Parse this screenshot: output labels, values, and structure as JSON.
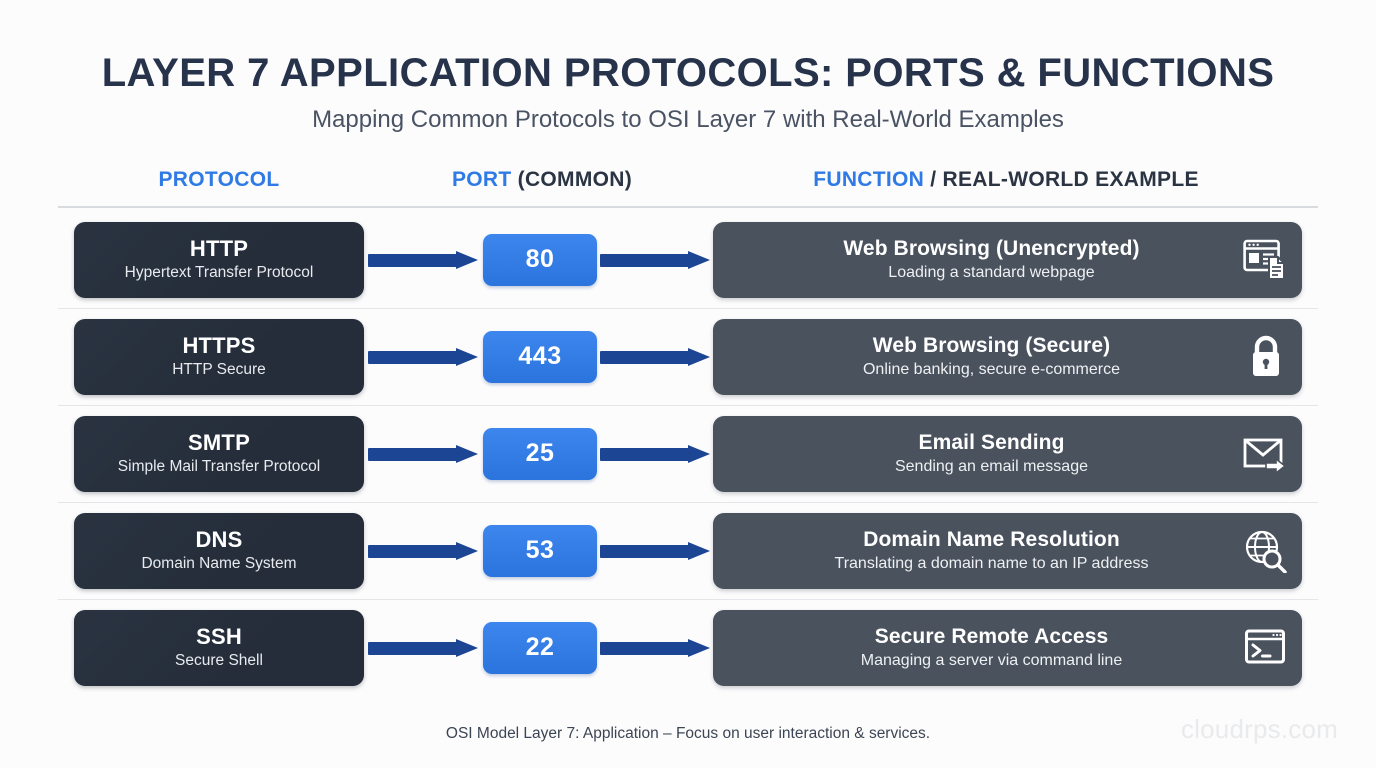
{
  "header": {
    "title": "LAYER 7 APPLICATION PROTOCOLS: PORTS & FUNCTIONS",
    "subtitle": "Mapping Common Protocols to OSI Layer 7 with Real-World Examples"
  },
  "columns": {
    "protocol": {
      "accent": "PROTOCOL",
      "plain": ""
    },
    "port": {
      "accent": "PORT",
      "plain": " (COMMON)"
    },
    "function": {
      "accent": "FUNCTION",
      "plain": " / REAL-WORLD EXAMPLE"
    }
  },
  "rows": [
    {
      "protocol": "HTTP",
      "protocol_full": "Hypertext Transfer Protocol",
      "port": "80",
      "function_title": "Web Browsing (Unencrypted)",
      "function_sub": "Loading a standard webpage",
      "icon": "browser-window-document-icon"
    },
    {
      "protocol": "HTTPS",
      "protocol_full": "HTTP Secure",
      "port": "443",
      "function_title": "Web Browsing (Secure)",
      "function_sub": "Online banking, secure e-commerce",
      "icon": "padlock-icon"
    },
    {
      "protocol": "SMTP",
      "protocol_full": "Simple Mail Transfer Protocol",
      "port": "25",
      "function_title": "Email Sending",
      "function_sub": "Sending an email message",
      "icon": "envelope-send-icon"
    },
    {
      "protocol": "DNS",
      "protocol_full": "Domain Name System",
      "port": "53",
      "function_title": "Domain Name Resolution",
      "function_sub": "Translating a domain name to an IP address",
      "icon": "globe-search-icon"
    },
    {
      "protocol": "SSH",
      "protocol_full": "Secure Shell",
      "port": "22",
      "function_title": "Secure Remote Access",
      "function_sub": "Managing a server via command line",
      "icon": "terminal-prompt-icon"
    }
  ],
  "footer": {
    "note": "OSI Model Layer 7: Application – Focus on user interaction & services.",
    "watermark": "cloudrps.com"
  },
  "colors": {
    "accent_blue": "#2f7ae5",
    "arrow_blue": "#1c4593",
    "port_blue": "#3d86ee",
    "protocol_card": "#252d3a",
    "function_card": "#4a525e",
    "background": "#fcfcfd",
    "title": "#26334a"
  }
}
